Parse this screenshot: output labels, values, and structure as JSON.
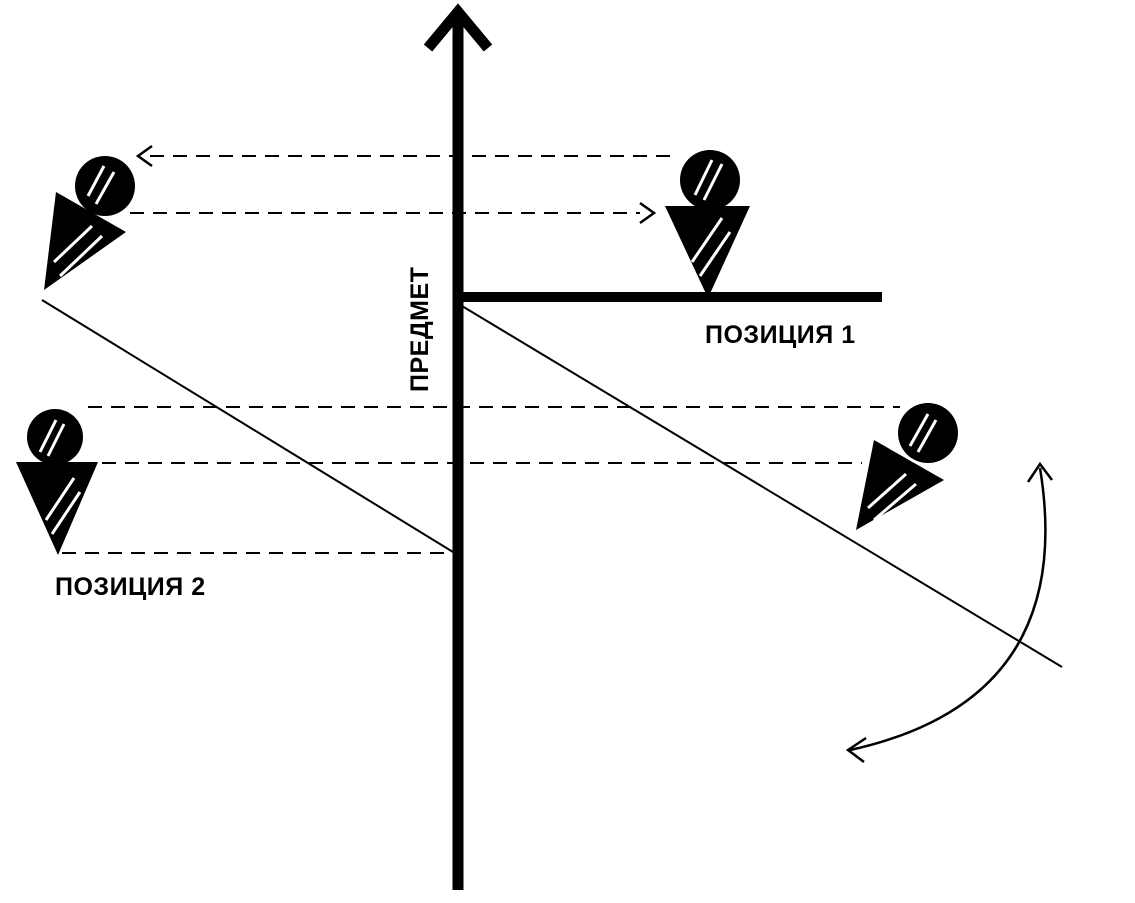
{
  "labels": {
    "object": "ПРЕДМЕТ",
    "position_1": "ПОЗИЦИЯ 1",
    "position_2": "ПОЗИЦИЯ 2"
  },
  "colors": {
    "ink": "#000000",
    "background": "#ffffff",
    "hatch": "#ffffff"
  }
}
